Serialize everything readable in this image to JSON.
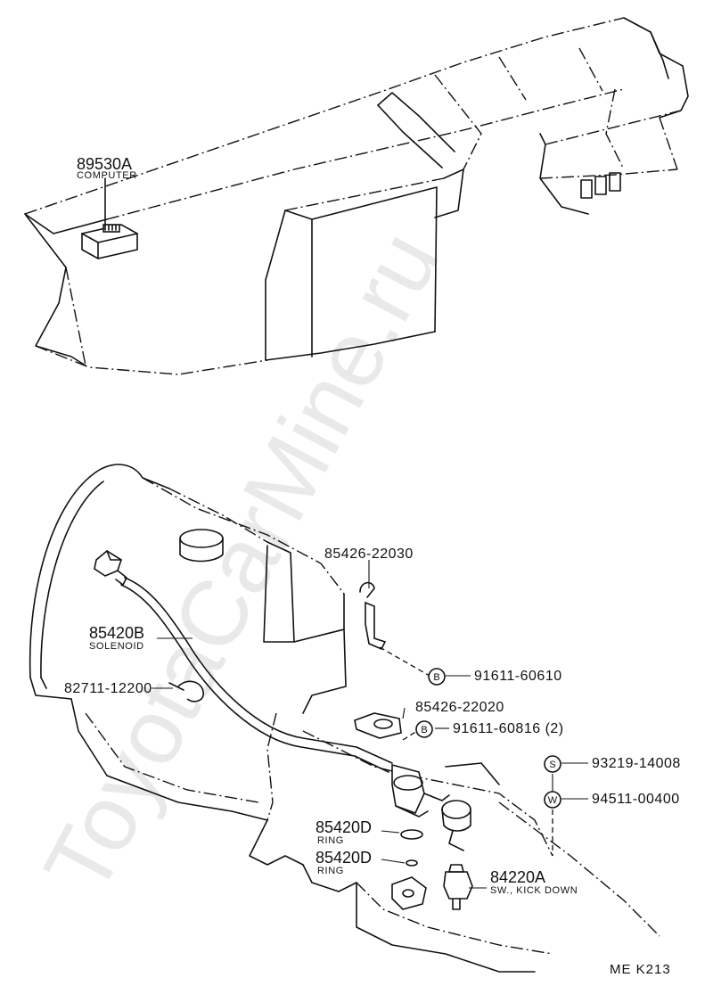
{
  "watermark": "ToyotaCarMine.ru",
  "diagram_code": "ME  K213",
  "parts": {
    "computer": {
      "number": "89530A",
      "label": "COMPUTER"
    },
    "solenoid": {
      "number": "85420B",
      "label": "SOLENOID"
    },
    "clamp_82711": {
      "number": "82711-12200"
    },
    "clamp_85426_22030": {
      "number": "85426-22030"
    },
    "bolt_91611_60610": {
      "number": "91611-60610",
      "marker": "B"
    },
    "clamp_85426_22020": {
      "number": "85426-22020"
    },
    "bolt_91611_60816": {
      "number": "91611-60816 (2)",
      "marker": "B"
    },
    "part_93219": {
      "number": "93219-14008",
      "marker": "S"
    },
    "part_94511": {
      "number": "94511-00400",
      "marker": "W"
    },
    "ring_1": {
      "number": "85420D",
      "label": "RING"
    },
    "ring_2": {
      "number": "85420D",
      "label": "RING"
    },
    "switch": {
      "number": "84220A",
      "label": "SW., KICK DOWN"
    }
  }
}
